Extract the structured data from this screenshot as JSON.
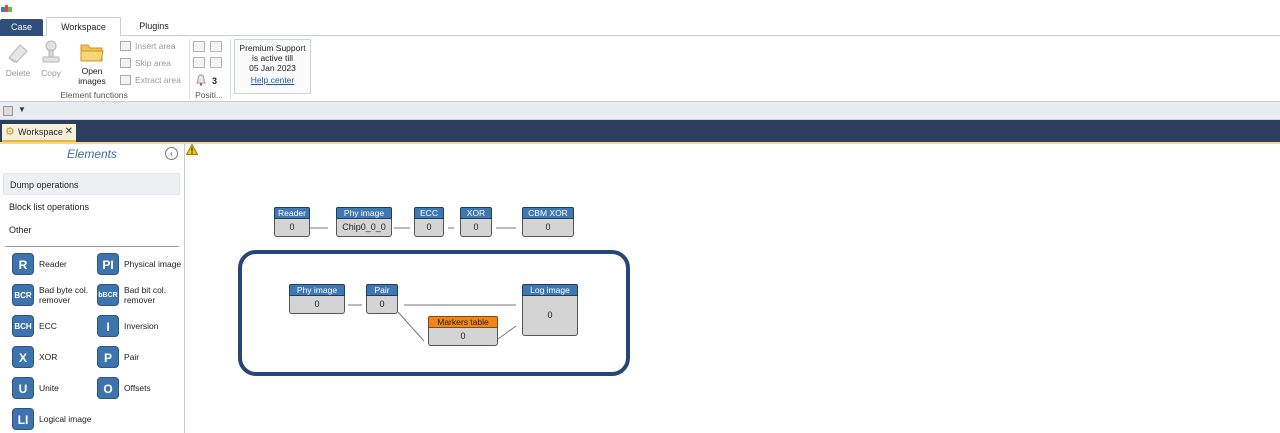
{
  "ribbon": {
    "tabs": [
      {
        "label": "Case"
      },
      {
        "label": "Workspace"
      },
      {
        "label": "Plugins"
      }
    ],
    "delete_label": "Delete",
    "copy_label": "Copy",
    "open_label_1": "Open",
    "open_label_2": "images",
    "insert_label": "Insert area",
    "skip_label": "Skip area",
    "extract_label": "Extract area",
    "group_element": "Element functions",
    "group_position": "Positi...",
    "position_count": "3",
    "support_line1": "Premium Support",
    "support_line2": "is active till",
    "support_line3": "05 Jan 2023",
    "support_link": "Help center"
  },
  "doc_tab": {
    "label": "Workspace"
  },
  "panel": {
    "title": "Elements",
    "categories": [
      "Dump operations",
      "Block list operations",
      "Other"
    ],
    "elements": [
      {
        "icon": "R",
        "label": "Reader"
      },
      {
        "icon": "PI",
        "label": "Physical image"
      },
      {
        "icon": "BCR",
        "label": "Bad byte col. remover"
      },
      {
        "icon": "bBCR",
        "label": "Bad bit col. remover"
      },
      {
        "icon": "BCH",
        "label": "ECC"
      },
      {
        "icon": "I",
        "label": "Inversion"
      },
      {
        "icon": "X",
        "label": "XOR"
      },
      {
        "icon": "P",
        "label": "Pair"
      },
      {
        "icon": "U",
        "label": "Unite"
      },
      {
        "icon": "O",
        "label": "Offsets"
      },
      {
        "icon": "LI",
        "label": "Logical image"
      }
    ]
  },
  "canvas": {
    "row1": [
      {
        "title": "Reader",
        "value": "0"
      },
      {
        "title": "Phy image",
        "value": "Chip0_0_0"
      },
      {
        "title": "ECC",
        "value": "0"
      },
      {
        "title": "XOR",
        "value": "0"
      },
      {
        "title": "CBM XOR",
        "value": "0"
      }
    ],
    "row2": [
      {
        "title": "Phy image",
        "value": "0"
      },
      {
        "title": "Pair",
        "value": "0"
      },
      {
        "title": "Markers table",
        "value": "0"
      },
      {
        "title": "Log image",
        "value": "0"
      }
    ]
  },
  "colors": {
    "accent_dark": "#2b3e5e",
    "node_header": "#3f78b0",
    "node_header_alt": "#f0861a",
    "group_border": "#26467a",
    "link": "#1a57b5"
  }
}
